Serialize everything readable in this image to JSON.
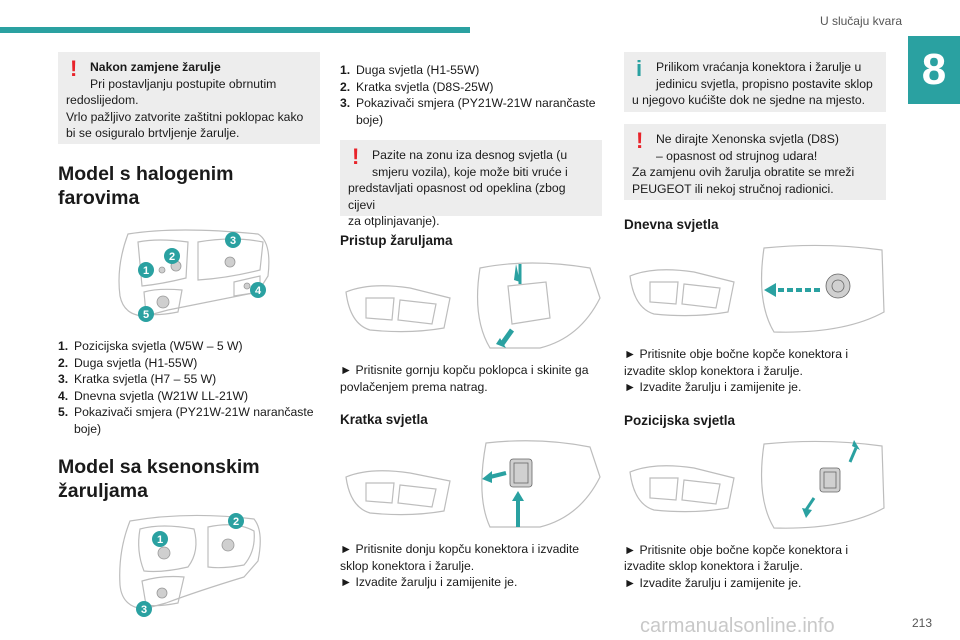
{
  "header": {
    "section_title": "U slučaju kvara",
    "chapter_number": "8"
  },
  "col1": {
    "warning1": {
      "title": "Nakon zamjene žarulje",
      "line1": "Pri postavljanju postupite obrnutim",
      "line2": "redoslijedom.",
      "line3": "Vrlo pažljivo zatvorite zaštitni poklopac kako",
      "line4": "bi se osiguralo brtvljenje žarulje."
    },
    "heading_halogen": "Model s halogenim farovima",
    "halogen_list": [
      {
        "num": "1.",
        "text": "Pozicijska svjetla (W5W – 5 W)"
      },
      {
        "num": "2.",
        "text": "Duga svjetla (H1-55W)"
      },
      {
        "num": "3.",
        "text": "Kratka svjetla (H7 – 55 W)"
      },
      {
        "num": "4.",
        "text": "Dnevna svjetla (W21W LL-21W)"
      },
      {
        "num": "5.",
        "text": "Pokazivači smjera (PY21W-21W narančaste boje)"
      }
    ],
    "heading_xenon_1": "Model sa ksenonskim",
    "heading_xenon_2": "žaruljama"
  },
  "col2": {
    "xenon_list": [
      {
        "num": "1.",
        "text": "Duga svjetla (H1-55W)"
      },
      {
        "num": "2.",
        "text": "Kratka svjetla (D8S-25W)"
      },
      {
        "num": "3.",
        "text": "Pokazivači smjera (PY21W-21W narančaste boje)"
      }
    ],
    "warning2": {
      "line1": "Pazite na zonu iza desnog svjetla (u",
      "line2": "smjeru vozila), koje može biti vruće i",
      "line3": "predstavljati opasnost od opeklina (zbog cijevi",
      "line4": "za otplinjavanje)."
    },
    "heading_access": "Pristup žaruljama",
    "access_step": "► Pritisnite gornju kopču poklopca i skinite ga povlačenjem prema natrag.",
    "heading_low": "Kratka svjetla",
    "low_step1": "► Pritisnite donju kopču konektora i izvadite sklop konektora i žarulje.",
    "low_step2": "► Izvadite žarulju i zamijenite je."
  },
  "col3": {
    "info": {
      "line1": "Prilikom vraćanja konektora i žarulje u",
      "line2": "jedinicu svjetla, propisno postavite sklop",
      "line3": "u njegovo kućište dok ne sjedne na mjesto."
    },
    "warning3": {
      "line1": "Ne dirajte Xenonska svjetla (D8S)",
      "line2": "– opasnost od strujnog udara!",
      "line3": "Za zamjenu ovih žarulja obratite se mreži",
      "line4": "PEUGEOT ili nekoj stručnoj radionici."
    },
    "heading_day": "Dnevna svjetla",
    "day_step1": "► Pritisnite obje bočne kopče konektora i izvadite sklop konektora i žarulje.",
    "day_step2": "► Izvadite žarulju i zamijenite je.",
    "heading_position": "Pozicijska svjetla",
    "pos_step1": "► Pritisnite obje bočne kopče konektora i izvadite sklop konektora i žarulje.",
    "pos_step2": "► Izvadite žarulju i zamijenite je."
  },
  "figure_labels": {
    "halogen": [
      "1",
      "2",
      "3",
      "4",
      "5"
    ],
    "xenon": [
      "1",
      "2",
      "3"
    ]
  },
  "footer": {
    "page_number": "213",
    "watermark": "carmanualsonline.info"
  },
  "colors": {
    "accent": "#2aa1a1",
    "warning": "#e8232a",
    "box_bg": "#ededed"
  }
}
